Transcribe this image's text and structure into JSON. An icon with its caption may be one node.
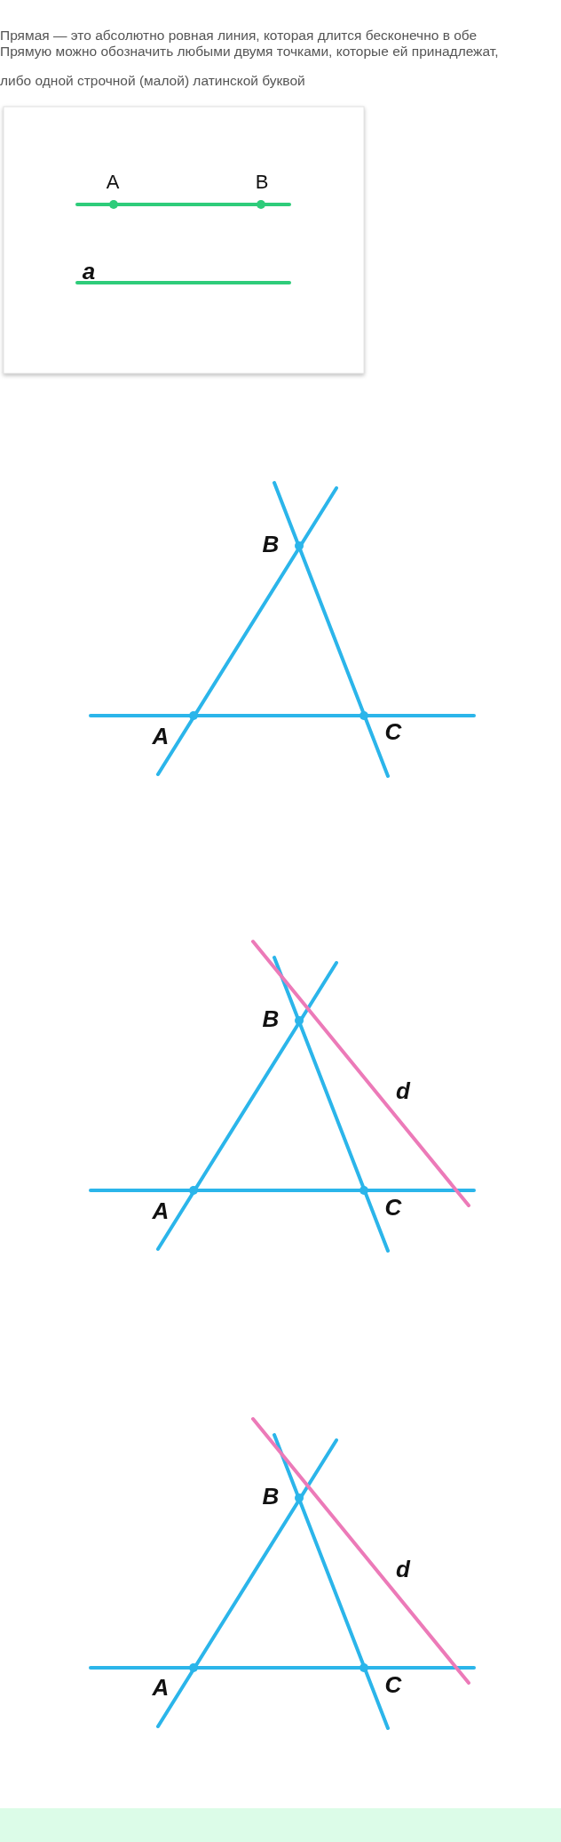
{
  "diagram": {
    "nodes": [
      {
        "text": [],
        "shape": "bar"
      }
    ],
    "labels": [
      "Прямая — это абсолютно ровная линия, которая длится бесконечно в обе",
      "Прямую можно обозначить любыми двумя точками, которые ей принадлежат,",
      "либо одной строчной (малой) латинской буквой",
      "A",
      "B",
      "a",
      "B",
      "A",
      "C",
      "B",
      "d",
      "A",
      "C",
      "B",
      "d",
      "A",
      "C"
    ]
  }
}
